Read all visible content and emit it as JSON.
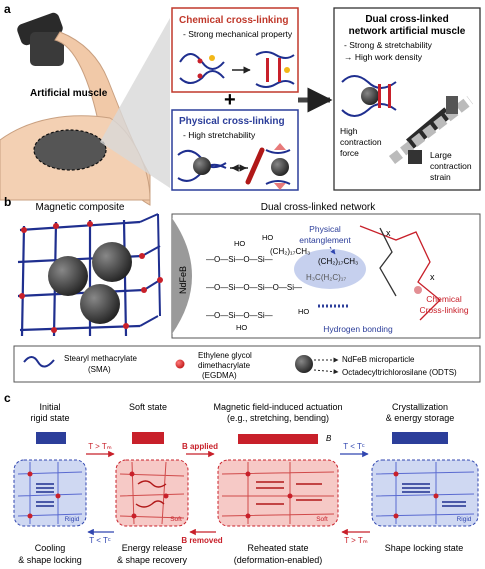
{
  "panel_a": {
    "label": "a",
    "artificial_muscle": "Artificial muscle",
    "chem_title": "Chemical cross-linking",
    "chem_desc": "- Strong mechanical property",
    "phys_title": "Physical cross-linking",
    "phys_desc": "- High stretchability",
    "plus": "+",
    "dual_title_1": "Dual cross-linked",
    "dual_title_2": "network artificial muscle",
    "dual_desc_1": "- Strong & stretchability",
    "dual_desc_2": "→ High work density",
    "high_force_1": "High",
    "high_force_2": "contraction",
    "high_force_3": "force",
    "large_strain_1": "Large",
    "large_strain_2": "contraction",
    "large_strain_3": "strain"
  },
  "panel_b": {
    "label": "b",
    "magnetic_composite": "Magnetic composite",
    "dual_network": "Dual cross-linked network",
    "ndfeb": "NdFeB",
    "physical_entanglement_1": "Physical",
    "physical_entanglement_2": "entanglement",
    "chem_crosslink_1": "Chemical",
    "chem_crosslink_2": "Cross-linking",
    "hydrogen_bonding": "Hydrogen bonding",
    "chem": {
      "ho1": "HO",
      "ho2": "HO",
      "ho3": "HO",
      "ho4": "HO",
      "ch2_1": "(CH₂)₁₇CH₃",
      "ch2_2": "(CH₂)₁₇CH₃",
      "h3c": "H₃C(H₂C)₁₇",
      "o": "O",
      "si": "Si"
    },
    "legend": {
      "sma_1": "Stearyl methacrylate",
      "sma_2": "(SMA)",
      "egdma_1": "Ethylene glycol",
      "egdma_2": "dimethacrylate",
      "egdma_3": "(EGDMA)",
      "ndfeb_micro": "NdFeB microparticle",
      "odts": "Octadecyltrichlorosilane (ODTS)"
    }
  },
  "panel_c": {
    "label": "c",
    "initial_1": "Initial",
    "initial_2": "rigid state",
    "soft_state": "Soft state",
    "mag_1": "Magnetic field-induced actuation",
    "mag_2": "(e.g., stretching, bending)",
    "cryst_1": "Crystallization",
    "cryst_2": "& energy storage",
    "t_gt_tm_1": "T > Tₘ",
    "b_applied": "B applied",
    "t_lt_tc_1": "T < Tᶜ",
    "t_lt_tc_2": "T < Tᶜ",
    "b_removed": "B removed",
    "t_gt_tm_2": "T > Tₘ",
    "b_symbol": "B",
    "rigid_tag_1": "Rigid",
    "soft_tag_1": "Soft",
    "soft_tag_2": "Soft",
    "rigid_tag_2": "Rigid",
    "cooling_1": "Cooling",
    "cooling_2": "& shape locking",
    "energy_1": "Energy release",
    "energy_2": "& shape recovery",
    "reheated_1": "Reheated state",
    "reheated_2": "(deformation-enabled)",
    "locking": "Shape locking state"
  },
  "colors": {
    "navy": "#1f2f8f",
    "red": "#c8202a",
    "chem_border": "#c0392b",
    "phys_border": "#2c3e9a",
    "soft_fill": "#f6c9c6",
    "rigid_fill": "#cfd8f2"
  }
}
